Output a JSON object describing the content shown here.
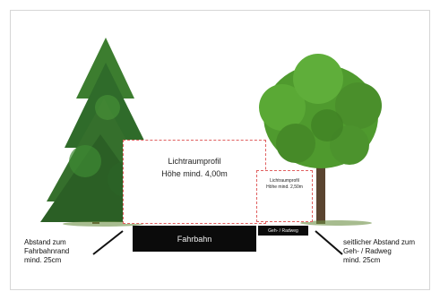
{
  "profile_large": {
    "line1": "Lichtraumprofil",
    "line2": "Höhe mind. 4,00m"
  },
  "profile_small": {
    "line1": "Lichtraumprofil",
    "line2": "Höhe mind. 2,50m"
  },
  "road_label": "Fahrbahn",
  "path_label": "Geh- / Radweg",
  "note_left": {
    "lines": [
      "Abstand zum",
      "Fahrbahnrand",
      "mind. 25cm"
    ]
  },
  "note_right": {
    "lines": [
      "seitlicher Abstand zum",
      "Geh- / Radweg",
      "mind. 25cm"
    ]
  },
  "colors": {
    "conifer": "#2f6b2a",
    "broadleaf": "#4f9a2e",
    "dashed_outline": "#e06060",
    "road": "#0b0b0b"
  }
}
